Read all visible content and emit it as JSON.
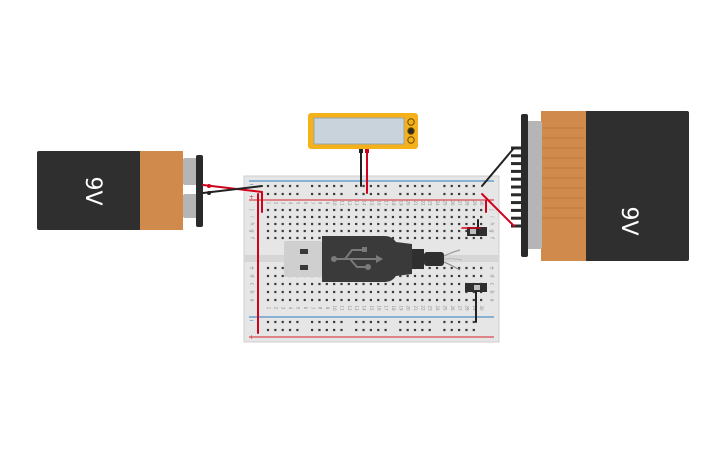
{
  "scene": {
    "colors": {
      "background": "#ffffff",
      "battery_body": "#2f2f2f",
      "battery_cap": "#d08a4b",
      "terminal": "#b5b5b5",
      "connector": "#2a2a2a",
      "breadboard": "#e6e6e6",
      "breadboard_hole": "#3a3a3a",
      "rail_red": "#d2232a",
      "rail_blue": "#2b7bc0",
      "wire_red": "#d0021b",
      "wire_black": "#222222",
      "meter_body": "#f4b11a",
      "meter_screen": "#c9d3dc",
      "usb_metal": "#cfcfcf",
      "usb_body": "#3a3a3a"
    },
    "icons": {
      "usb": "usb-icon"
    }
  },
  "battery_left": {
    "label": "9V"
  },
  "battery_right": {
    "label": "9V"
  },
  "breadboard": {
    "rail_plus": "+",
    "rail_minus": "−",
    "rows_top": [
      "j",
      "i",
      "h",
      "g",
      "f"
    ],
    "rows_bottom": [
      "e",
      "d",
      "c",
      "b",
      "a"
    ],
    "columns": [
      "1",
      "2",
      "3",
      "4",
      "5",
      "6",
      "7",
      "8",
      "9",
      "10",
      "11",
      "12",
      "13",
      "14",
      "15",
      "16",
      "17",
      "18",
      "19",
      "20",
      "21",
      "22",
      "23",
      "24",
      "25",
      "26",
      "27",
      "28",
      "29",
      "30"
    ]
  }
}
